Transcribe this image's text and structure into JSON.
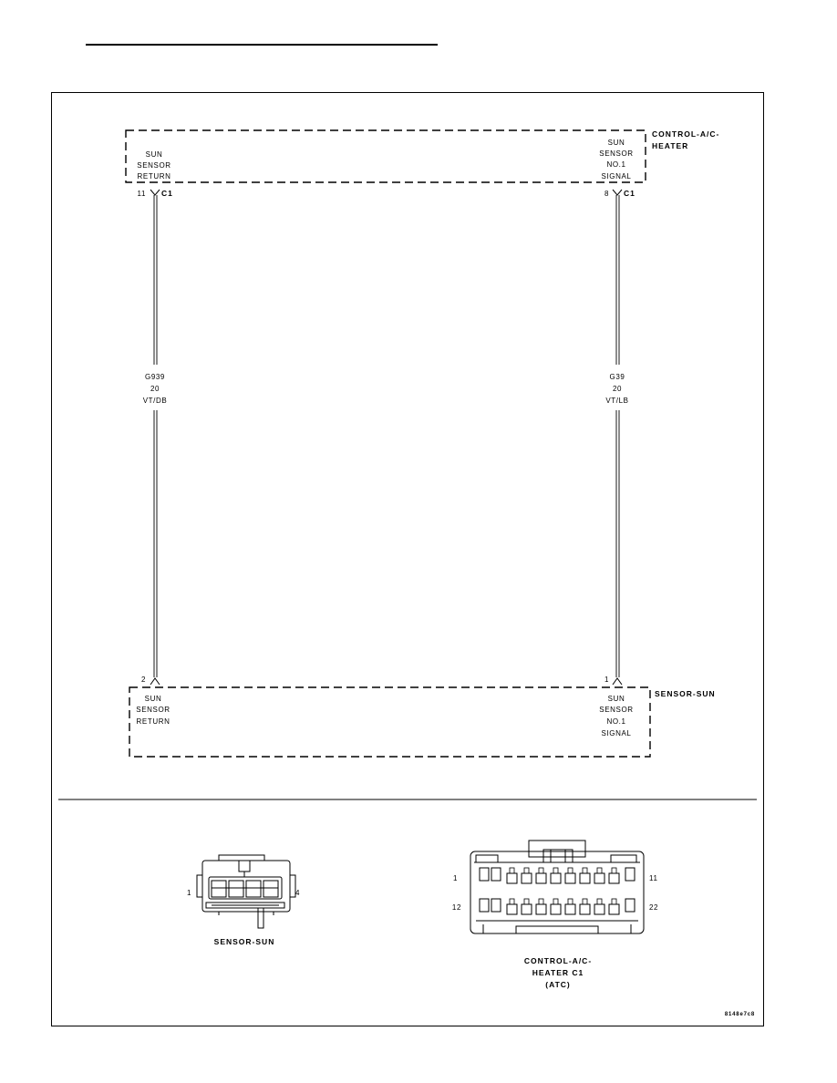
{
  "control_module": {
    "name_line1": "CONTROL-A/C-",
    "name_line2": "HEATER",
    "left_pin_label": [
      "SUN",
      "SENSOR",
      "RETURN"
    ],
    "right_pin_label": [
      "SUN",
      "SENSOR",
      "NO.1",
      "SIGNAL"
    ],
    "left_cavity": "11",
    "right_cavity": "8",
    "connector": "C1"
  },
  "wires": {
    "left": {
      "circuit": "G939",
      "gauge": "20",
      "color": "VT/DB"
    },
    "right": {
      "circuit": "G39",
      "gauge": "20",
      "color": "VT/LB"
    }
  },
  "sensor": {
    "name": "SENSOR-SUN",
    "left_pin_label": [
      "SUN",
      "SENSOR",
      "RETURN"
    ],
    "right_pin_label": [
      "SUN",
      "SENSOR",
      "NO.1",
      "SIGNAL"
    ],
    "left_cavity": "2",
    "right_cavity": "1"
  },
  "connector_views": {
    "sensor": {
      "caption": "SENSOR-SUN",
      "pin_left": "1",
      "pin_right": "4"
    },
    "control": {
      "caption_line1": "CONTROL-A/C-",
      "caption_line2": "HEATER C1",
      "caption_line3": "(ATC)",
      "pin_top_left": "1",
      "pin_top_right": "11",
      "pin_bottom_left": "12",
      "pin_bottom_right": "22"
    }
  },
  "figure_id": "8148e7c8"
}
